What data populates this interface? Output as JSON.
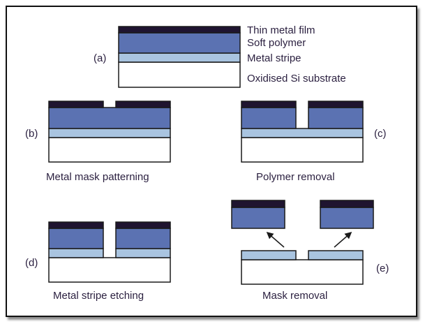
{
  "colors": {
    "metal_film": "#1f1430",
    "polymer": "#5b72b2",
    "stripe": "#a9c4e0",
    "substrate": "#ffffff",
    "outline": "#1a1a1a",
    "text": "#2a1f3f"
  },
  "panel_a": {
    "tag": "(a)",
    "layers": [
      "Thin metal film",
      "Soft polymer",
      "Metal stripe",
      "Oxidised Si substrate"
    ]
  },
  "panel_b": {
    "tag": "(b)",
    "caption": "Metal mask patterning"
  },
  "panel_c": {
    "tag": "(c)",
    "caption": "Polymer removal"
  },
  "panel_d": {
    "tag": "(d)",
    "caption": "Metal stripe etching"
  },
  "panel_e": {
    "tag": "(e)",
    "caption": "Mask removal"
  }
}
